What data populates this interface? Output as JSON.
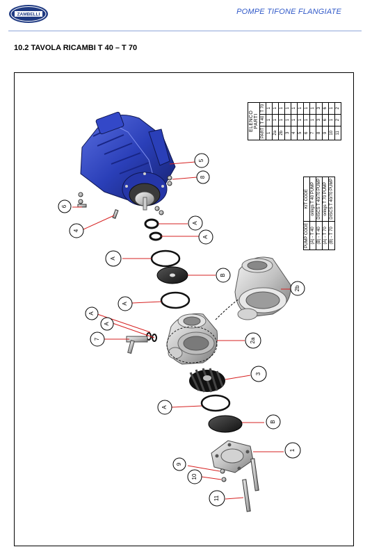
{
  "header": {
    "logo_text": "ZAMBELLI",
    "title": "POMPE TIFONE FLANGIATE"
  },
  "section": {
    "title": "10.2  TAVOLA RICAMBI T 40 – T 70"
  },
  "parts_list": {
    "title": "ELENCO PARTI",
    "headers": [
      "PART",
      "T 40",
      "T 70"
    ],
    "rows": [
      [
        "1",
        "1",
        "1"
      ],
      [
        "2a",
        "1",
        "1"
      ],
      [
        "2b",
        "1",
        "1"
      ],
      [
        "3",
        "1",
        "1"
      ],
      [
        "4",
        "1",
        "1"
      ],
      [
        "5",
        "1",
        "1"
      ],
      [
        "6",
        "1",
        "1"
      ],
      [
        "7",
        "1",
        "1"
      ],
      [
        "8",
        "3",
        "3"
      ],
      [
        "9",
        "6",
        "6"
      ],
      [
        "10",
        "1",
        "1"
      ],
      [
        "11",
        "2",
        "2"
      ]
    ]
  },
  "kit_table": {
    "headers": [
      "PUMP CODE",
      "KIT CODE"
    ],
    "rows": [
      [
        "(A) - T 40",
        "orings T 40 PUMP"
      ],
      [
        "(B) - T 40",
        "DISCS T 40/70 PUMP"
      ],
      [
        "(A) - T 70",
        "orings T 70 PUMP"
      ],
      [
        "(B) - T 70",
        "DISCS T 40/70 PUMP"
      ]
    ]
  },
  "callouts": [
    "1",
    "2a",
    "2b",
    "3",
    "4",
    "5",
    "6",
    "7",
    "8",
    "9",
    "10",
    "11",
    "A",
    "B"
  ],
  "colors": {
    "header_blue": "#2f58c8",
    "motor_blue": "#2a3fb8",
    "leader_red": "#d62020",
    "logo_navy": "#1f3a82"
  }
}
